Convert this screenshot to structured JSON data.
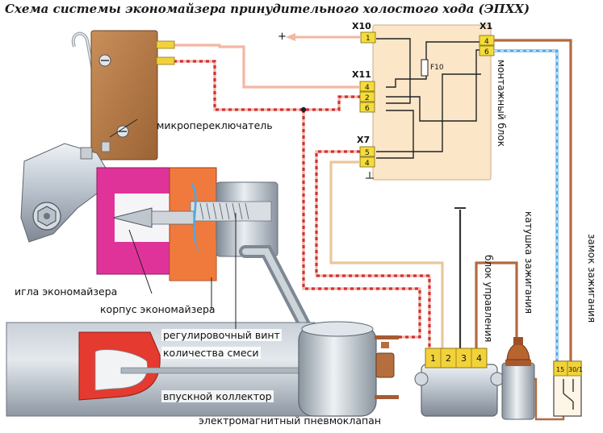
{
  "title": "Схема системы экономайзера принудительного холостого хода (ЭПХХ)",
  "labels": {
    "microswitch": "микропереключатель",
    "needle": "игла экономайзера",
    "body": "корпус экономайзера",
    "screw_line1": "регулировочный винт",
    "screw_line2": "количества смеси",
    "manifold": "впускной коллектор",
    "valve": "электромагнитный пневмоклапан",
    "mount_block": "монтажный блок",
    "control_unit": "блок управления",
    "ignition_coil": "катушка зажигания",
    "ignition_switch": "замок зажигания"
  },
  "connectors": {
    "x10": {
      "name": "X10",
      "pins": [
        "1"
      ]
    },
    "x11": {
      "name": "X11",
      "pins": [
        "4",
        "2",
        "6"
      ]
    },
    "x7": {
      "name": "X7",
      "pins": [
        "5",
        "4"
      ]
    },
    "x1": {
      "name": "X1",
      "pins": [
        "4",
        "6"
      ]
    },
    "fuse": "F10",
    "control_unit_pins": [
      "1",
      "2",
      "3",
      "4"
    ],
    "switch_pins": [
      "15",
      "30/1"
    ]
  },
  "symbols": {
    "plus": "+",
    "ground": "-|⊣"
  },
  "colors": {
    "wire_pink": "#f3b7a3",
    "wire_red_dash": "#d0303a",
    "wire_brown": "#b36a3d",
    "wire_blue": "#4fa8e0",
    "wire_beige": "#e9c79a",
    "block_fill": "#fbe6c8",
    "connector_yellow": "#f4dc3b",
    "magenta": "#e0339a",
    "orange": "#f07a3d"
  }
}
